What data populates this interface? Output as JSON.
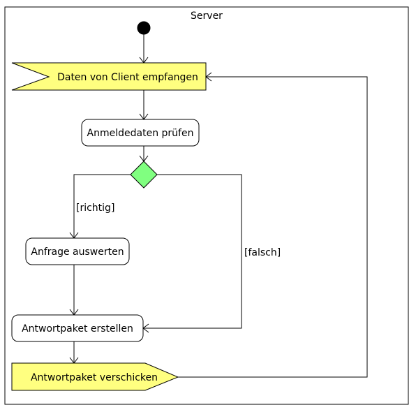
{
  "diagram": {
    "partition_label": "Server",
    "nodes": {
      "receive": {
        "label": "Daten von Client empfangen"
      },
      "check": {
        "label": "Anmeldedaten prüfen"
      },
      "evaluate": {
        "label": "Anfrage auswerten"
      },
      "create": {
        "label": "Antwortpaket erstellen"
      },
      "send": {
        "label": "Antwortpaket verschicken"
      }
    },
    "guards": {
      "correct": "[richtig]",
      "wrong": "[falsch]"
    },
    "colors": {
      "signal_fill": "#ffff80",
      "decision_fill": "#80ff80",
      "action_fill": "#ffffff",
      "initial_fill": "#000000",
      "line": "#000000"
    }
  }
}
